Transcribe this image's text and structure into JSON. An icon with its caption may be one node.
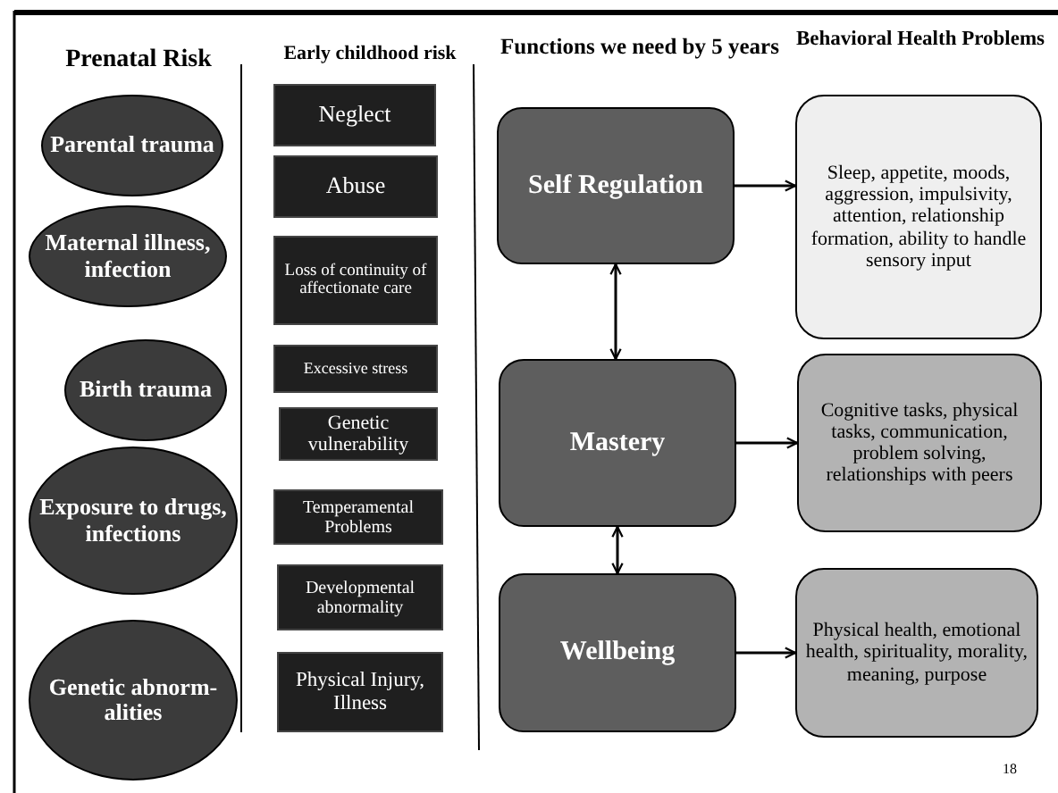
{
  "diagram": {
    "nodes": [
      {
        "text": [
          "Parental trauma"
        ]
      },
      {
        "text": [
          "Maternal illness, infection"
        ]
      },
      {
        "text": [
          "Birth trauma"
        ]
      },
      {
        "text": [
          "Exposure to drugs, infections"
        ]
      },
      {
        "text": [
          "Genetic abnorm- alities"
        ]
      },
      {
        "text": [
          "Neglect"
        ]
      },
      {
        "text": [
          "Abuse"
        ]
      },
      {
        "text": [
          "Loss of continuity of affectionate care"
        ]
      },
      {
        "text": [
          "Excessive stress"
        ]
      },
      {
        "text": [
          "Genetic vulnerability"
        ]
      },
      {
        "text": [
          "Temperamental Problems"
        ]
      },
      {
        "text": [
          "Developmental abnormality"
        ]
      },
      {
        "text": [
          "Physical Injury, Illness"
        ]
      },
      {
        "text": [
          "Self Regulation"
        ]
      },
      {
        "text": [
          "Mastery"
        ]
      },
      {
        "text": [
          "Wellbeing"
        ]
      },
      {
        "text": [
          "Sleep, appetite, moods, aggression, impulsivity, attention, relationship formation, ability to handle sensory input"
        ]
      },
      {
        "text": [
          "Cognitive tasks, physical tasks, communication, problem solving, relationships with peers"
        ]
      },
      {
        "text": [
          "Physical health, emotional health, spirituality, morality, meaning, purpose"
        ]
      }
    ],
    "edges": [
      {
        "from": 13,
        "to": 16,
        "arrow": "to"
      },
      {
        "from": 13,
        "to": 14,
        "arrow": "both"
      },
      {
        "from": 14,
        "to": 17,
        "arrow": "to"
      },
      {
        "from": 14,
        "to": 15,
        "arrow": "both"
      },
      {
        "from": 15,
        "to": 18,
        "arrow": "to"
      }
    ],
    "labels": [
      "Prenatal Risk",
      "Early childhood risk",
      "Functions we need by 5 years",
      "Behavioral Health Problems",
      "18"
    ]
  }
}
